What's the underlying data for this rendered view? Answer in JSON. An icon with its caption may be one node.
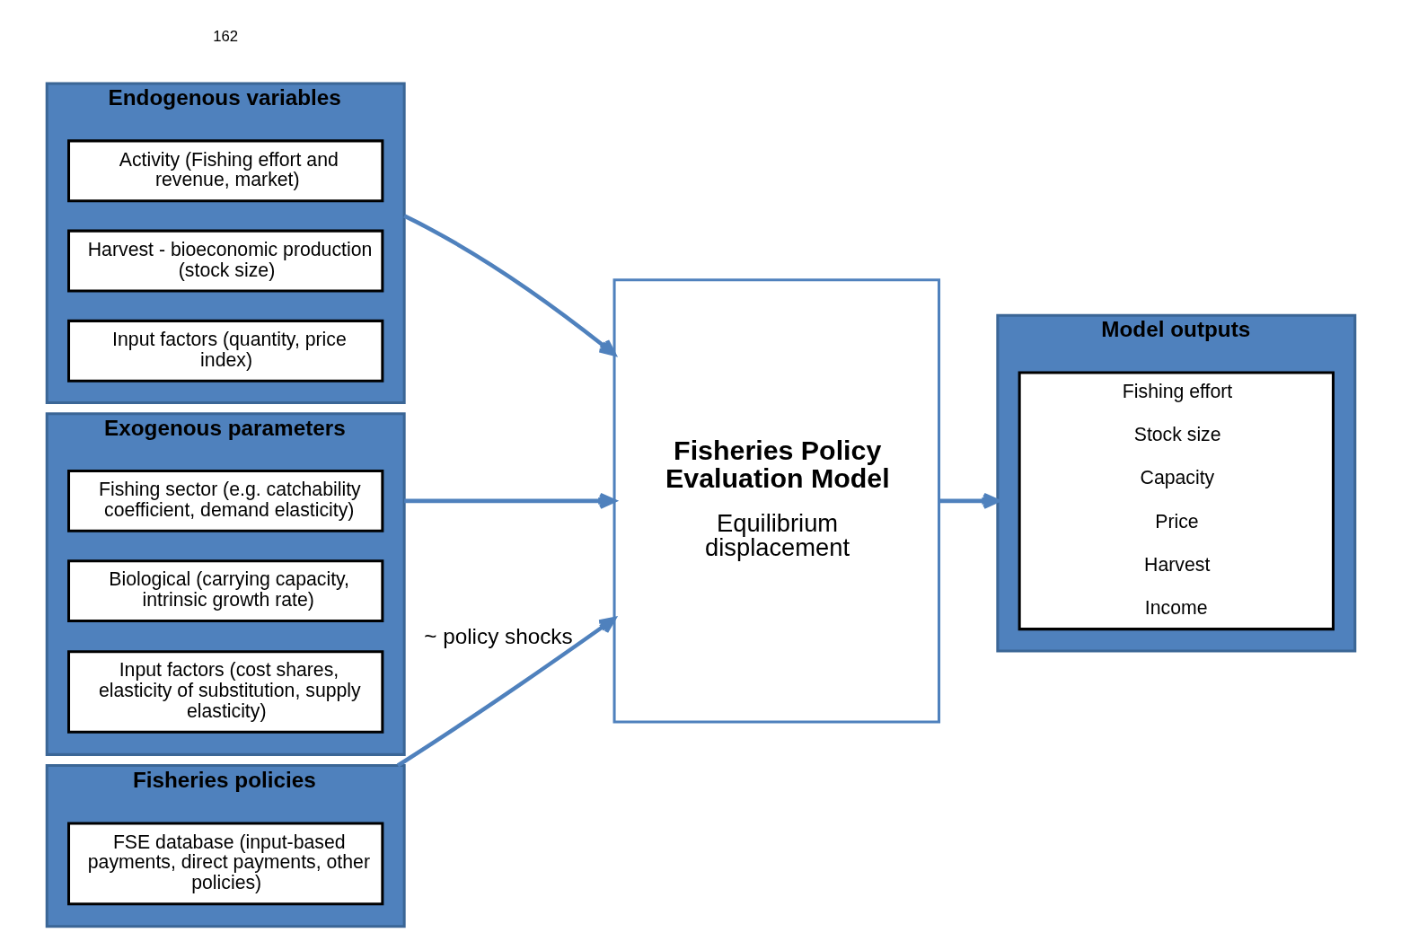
{
  "diagram": {
    "nodes": [
      {
        "text": [
          "Endogenous variables"
        ]
      },
      {
        "text": [
          "Activity (Fishing effort and revenue, market)"
        ],
        "in": 0
      },
      {
        "text": [
          "Harvest - bioeconomic production (stock size)"
        ],
        "in": 0
      },
      {
        "text": [
          "Input factors (quantity, price index)"
        ],
        "in": 0
      },
      {
        "text": [
          "Exogenous parameters"
        ]
      },
      {
        "text": [
          "Fishing sector (e.g. catchability coefficient, demand elasticity)"
        ],
        "in": 4
      },
      {
        "text": [
          "Biological (carrying capacity, intrinsic growth rate)"
        ],
        "in": 4
      },
      {
        "text": [
          "Input factors (cost shares, elasticity of substitution, supply elasticity)"
        ],
        "in": 4
      },
      {
        "text": [
          "Fisheries Policy Evaluation Model",
          "Equilibrium displacement"
        ]
      },
      {
        "text": [
          "Model outputs"
        ]
      },
      {
        "text": [
          "Fishing effort",
          "Stock size",
          "Capacity",
          "Price",
          "Harvest",
          "Income"
        ],
        "in": 9
      },
      {
        "text": [
          "Fisheries policies"
        ]
      },
      {
        "text": [
          "FSE database (input-based payments, direct payments, other policies)"
        ],
        "in": 11
      }
    ],
    "edges": [
      {
        "from": 0,
        "to": 8,
        "arrow": "to"
      },
      {
        "from": 4,
        "to": 8,
        "arrow": "to"
      },
      {
        "from": 8,
        "to": 9,
        "arrow": "to"
      },
      {
        "from": 11,
        "to": 8,
        "arrow": "to",
        "label": "~ policy shocks"
      }
    ],
    "labels": [
      "162"
    ]
  }
}
